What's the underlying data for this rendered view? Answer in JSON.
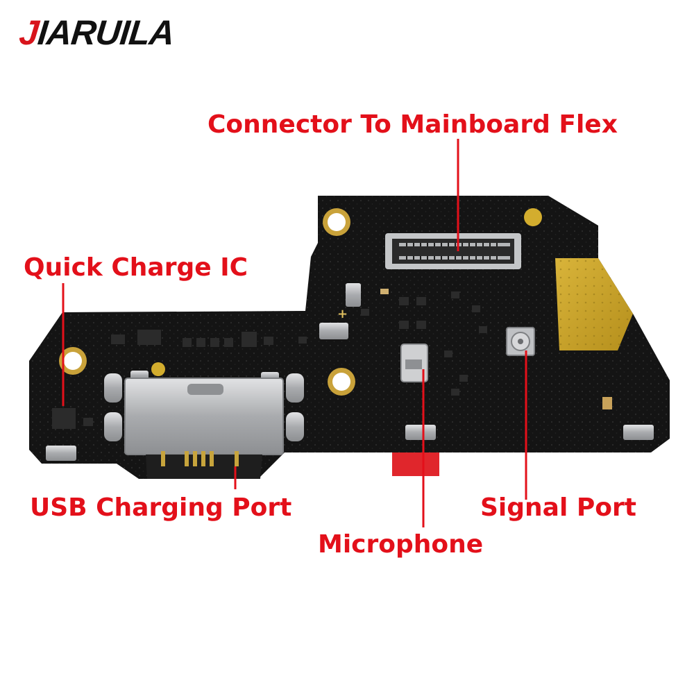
{
  "brand": {
    "first_letter": "J",
    "rest": "IARUILA",
    "accent_color": "#d8141b"
  },
  "colors": {
    "label": "#e3101a",
    "pcb": "#141414",
    "gold": "#c8a227",
    "steel": "#b9bbbe"
  },
  "labels": {
    "connector": "Connector To Mainboard Flex",
    "quick_charge": "Quick Charge IC",
    "usb": "USB Charging Port",
    "microphone": "Microphone",
    "signal": "Signal Port"
  }
}
